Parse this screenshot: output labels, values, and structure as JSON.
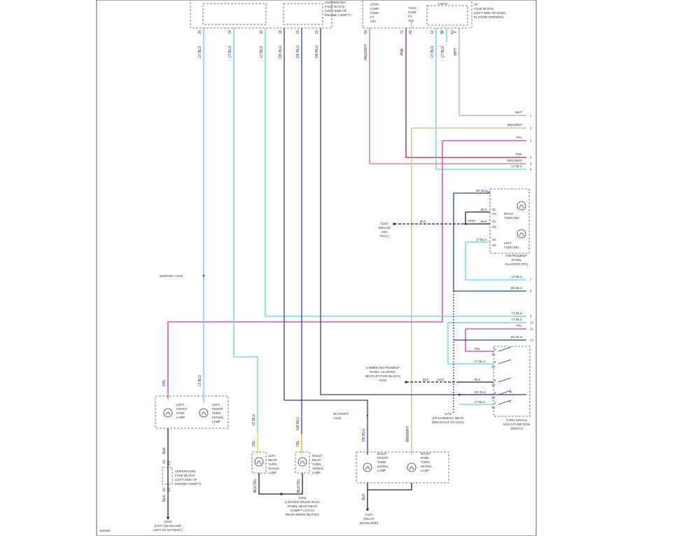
{
  "colors": {
    "lt_blu": "#5ad4e0",
    "dk_blu": "#2a3fb0",
    "pnk": "#d0104a",
    "red_wht": "#e07070",
    "ppl": "#cc33cc",
    "brn_wht": "#b6c87a",
    "wht": "#aaaaaa",
    "blk": "#222222",
    "yel": "#e8e020"
  },
  "top": {
    "underhood_fuse_block": [
      "UNDERHOOD",
      "FUSE BLOCK",
      "(LEFT SIDE OF",
      "ENGINE COMP'T)"
    ],
    "stop_lamp_fuse": [
      "STOP",
      "LAMP",
      "FUSE",
      "F7",
      "15A"
    ],
    "tsig_fuse": [
      "T/SIG",
      "FUSE",
      "F4",
      "10A"
    ],
    "logic": "LOGIC",
    "ip_fuse_block": [
      "I/P",
      "FUSE BLOCK",
      "(LEFT SIDE OF DASH,",
      "IN DOOR OPENING)"
    ],
    "pins": [
      "25",
      "24",
      "26",
      "18",
      "19",
      "13",
      "59",
      "72",
      "12",
      "7",
      "6"
    ],
    "connectors": [
      "X1",
      "X2",
      "X2"
    ],
    "wire_labels": [
      "LT BLU",
      "LT BLU",
      "LT BLU",
      "DK BLU",
      "DK BLU",
      "DK BLU",
      "RED/WHT",
      "PNK",
      "LT BLU",
      "LT BLU",
      "WHT"
    ]
  },
  "right_wires": [
    {
      "label": "WHT",
      "num": "1"
    },
    {
      "label": "BRN/WHT",
      "num": "2"
    },
    {
      "label": "PPL",
      "num": "3"
    },
    {
      "label": "PNK",
      "num": "4"
    },
    {
      "label": "RED/WHT",
      "num": "5"
    },
    {
      "label": "LT BLU",
      "num": "6"
    },
    {
      "label": "LT BLU",
      "num": "7"
    },
    {
      "label": "DK BLU",
      "num": "8"
    },
    {
      "label": "LT BLU",
      "num": "9"
    },
    {
      "label": "LT BLU",
      "num": "10"
    },
    {
      "label": "PPL",
      "num": "11"
    },
    {
      "label": "DK BLU",
      "num": "12"
    }
  ],
  "cluster": {
    "dk_blu": "DK BLU",
    "blk": "BLK",
    "lt_blu": "LT BLU",
    "pin_26": "26",
    "pin_32": "32",
    "pin_25": "25",
    "x2": "X2",
    "x3": "X3",
    "right_ind": [
      "RIGHT",
      "TURN IND"
    ],
    "left_ind": [
      "LEFT",
      "TURN IND"
    ],
    "title": [
      "INSTRUMENT",
      "PANEL",
      "CLUSTER (IPC)"
    ],
    "splice": "S203",
    "ground": [
      "G203",
      "(BELOW",
      "ASH",
      "TRAY)"
    ]
  },
  "switch": {
    "wires": [
      "PPL",
      "LT BLU",
      "BLK",
      "DK BLU",
      "LT BLU"
    ],
    "pins": [
      "9",
      "8",
      "5",
      "3",
      "1"
    ],
    "conn": [
      "X1",
      "X2",
      "X2",
      "X2",
      "X1"
    ],
    "letters": [
      "R",
      "L"
    ],
    "title": [
      "TURN SIGNAL",
      "MULTI-FUNCTION",
      "SWITCH"
    ],
    "j275": [
      "J275",
      "(I/P HARNESS, NEAR",
      "BREAKOUT TO G201)"
    ],
    "g201": [
      "(UNDER INSTRUMENT",
      "PANEL CLUSTER,",
      "NEAR I/P FUSE BLOCK)",
      "G201"
    ],
    "s202": "S202",
    "blk": "BLK"
  },
  "left": {
    "w_front_axle": "W/FRONT AXLE",
    "ppl": "PPL",
    "lt_blu": "LT BLU",
    "park_lamp": [
      "LEFT",
      "FRONT",
      "PARK",
      "LAMP"
    ],
    "turn_lamp": [
      "LEFT",
      "FRONT",
      "TURN",
      "SIGNAL",
      "LAMP"
    ],
    "blk": "BLK",
    "underhood": [
      "UNDERHOOD",
      "FUSE BLOCK",
      "(LEFT SIDE OF",
      "ENGINE COMP'T)"
    ],
    "x3": "X3",
    "pin_10": "10",
    "g102": [
      "G102",
      "(LEFT HEADLAMP,",
      "LEFT OF BATTERY)"
    ]
  },
  "rear": {
    "lt_blu": "LT BLU",
    "dk_blu": "DK BLU",
    "yel": "YEL",
    "blk_yel": "BLK/YEL",
    "left_lamp": [
      "LEFT",
      "REAR",
      "TURN",
      "SIGNAL",
      "LAMP"
    ],
    "right_lamp": [
      "RIGHT",
      "REAR",
      "TURN",
      "SIGNAL",
      "LAMP"
    ],
    "g402": [
      "G402",
      "(CENTER TRUNK BACK",
      "PANEL NEAR REAR",
      "COMP'T LATCH/",
      "REAR WIPER MOTOR)"
    ]
  },
  "right_front": {
    "w_front_axle": [
      "W/ FRONT",
      "AXLE"
    ],
    "dk_blu": "DK BLU",
    "brn_wht": "BRN/WHT",
    "turn_lamp": [
      "RIGHT",
      "FRONT",
      "TURN",
      "SIGNAL",
      "LAMP"
    ],
    "park_lamp": [
      "RIGHT",
      "PARK",
      "TURN",
      "SIGNAL",
      "LAMP"
    ],
    "blk": "BLK",
    "g101": [
      "G101",
      "(RIGHT",
      "HEADLAMP)"
    ]
  },
  "figure_id": "302969"
}
